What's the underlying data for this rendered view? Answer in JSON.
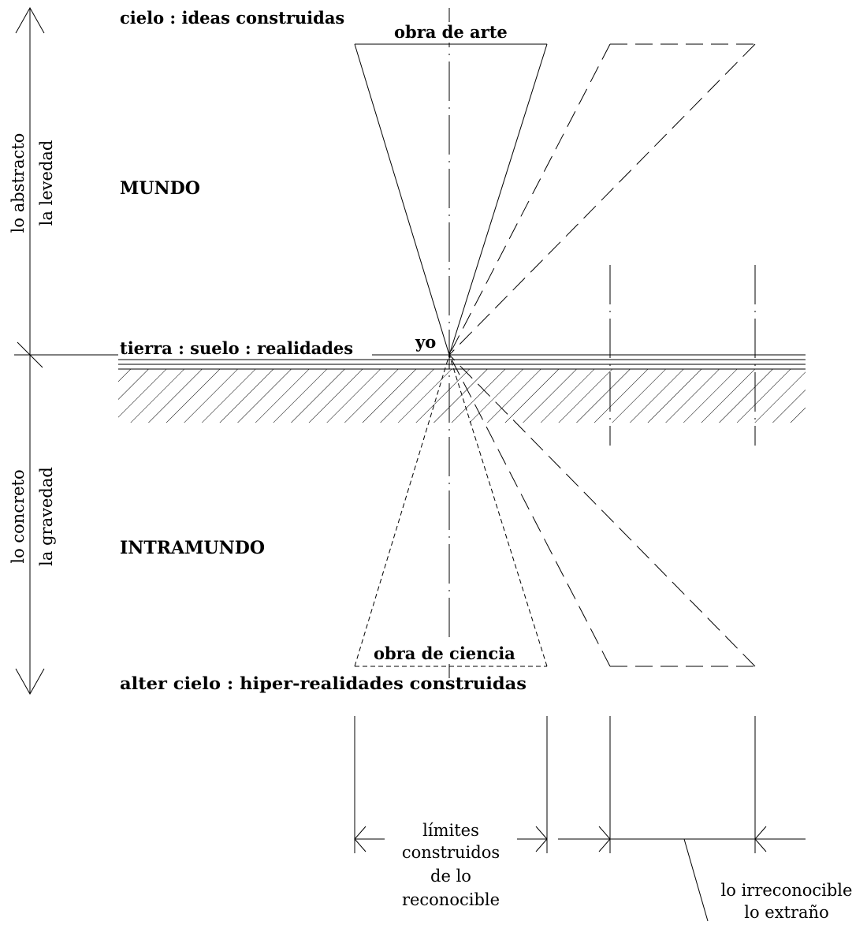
{
  "labels": {
    "cielo": "cielo : ideas construidas",
    "obra_arte": "obra de arte",
    "mundo": "MUNDO",
    "tierra": "tierra : suelo : realidades",
    "yo": "yo",
    "intramundo": "INTRAMUNDO",
    "obra_ciencia": "obra de ciencia",
    "alter_cielo": "alter cielo : hiper-realidades construidas",
    "left_top_1": "lo abstracto",
    "left_top_2": "la levedad",
    "left_bottom_1": "lo concreto",
    "left_bottom_2": "la gravedad",
    "limites": [
      "límites",
      "construidos",
      "de lo",
      "reconocible"
    ],
    "irreconocible": [
      "lo irreconocible",
      "lo extraño"
    ]
  }
}
